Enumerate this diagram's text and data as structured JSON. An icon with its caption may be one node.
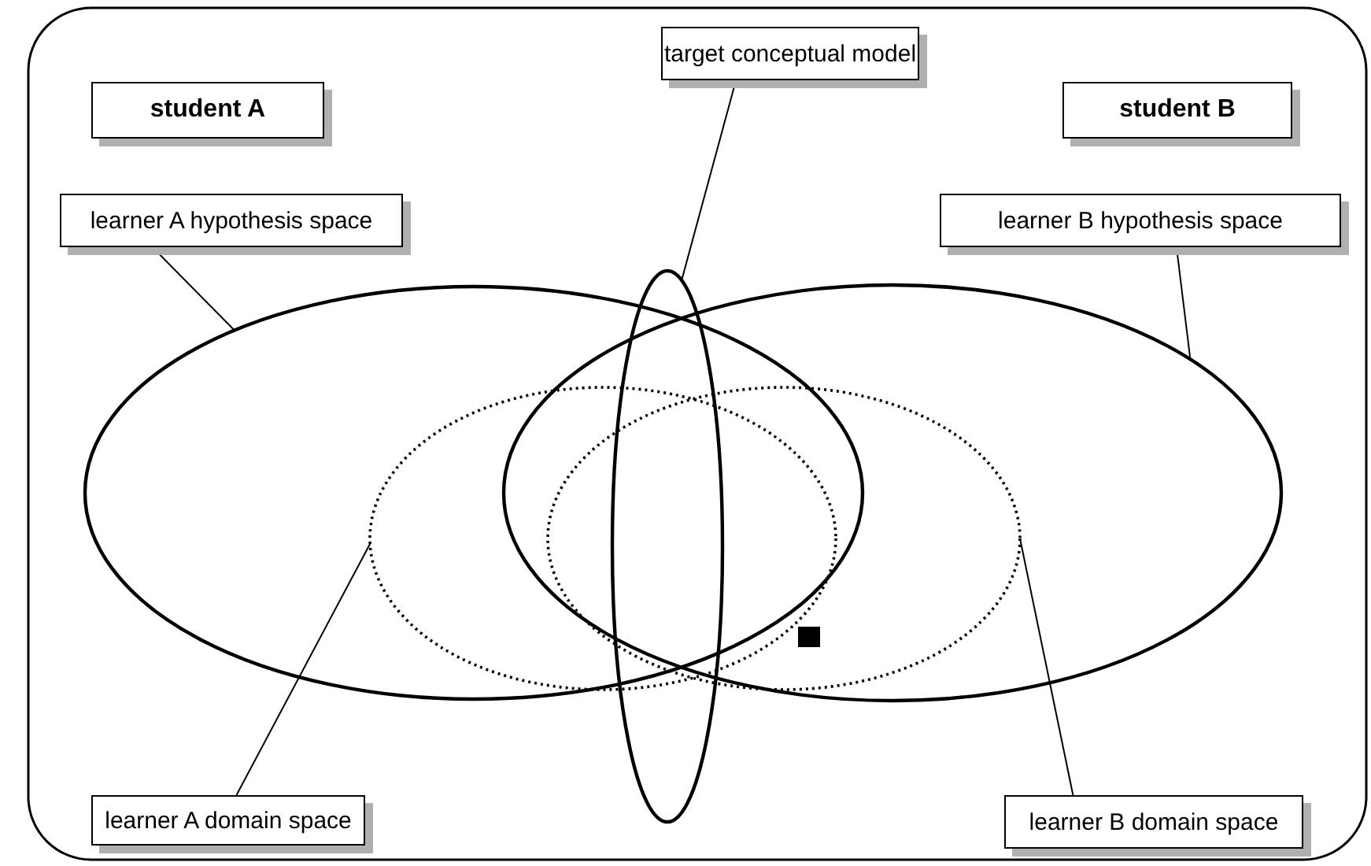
{
  "diagram": {
    "nodes": [
      {
        "text": [
          "student A"
        ]
      },
      {
        "text": [
          "target conceptual model"
        ]
      },
      {
        "text": [
          "student B"
        ]
      },
      {
        "text": [
          "learner A hypothesis space"
        ]
      },
      {
        "text": [
          "learner B hypothesis space"
        ]
      },
      {
        "text": [
          "learner A domain space"
        ]
      },
      {
        "text": [
          "learner B domain space"
        ]
      },
      {
        "text": [],
        "shape": "ellipse"
      },
      {
        "text": [],
        "shape": "ellipse"
      },
      {
        "text": [],
        "shape": "ellipse"
      },
      {
        "text": [],
        "shape": "ellipse",
        "in": 7
      },
      {
        "text": [],
        "shape": "ellipse",
        "in": 9
      }
    ],
    "edges": [
      {
        "from": 1,
        "to": 8,
        "arrow": "none"
      },
      {
        "from": 3,
        "to": 7,
        "arrow": "none"
      },
      {
        "from": 4,
        "to": 9,
        "arrow": "none"
      },
      {
        "from": 5,
        "to": 10,
        "arrow": "none"
      },
      {
        "from": 6,
        "to": 11,
        "arrow": "none"
      }
    ]
  }
}
